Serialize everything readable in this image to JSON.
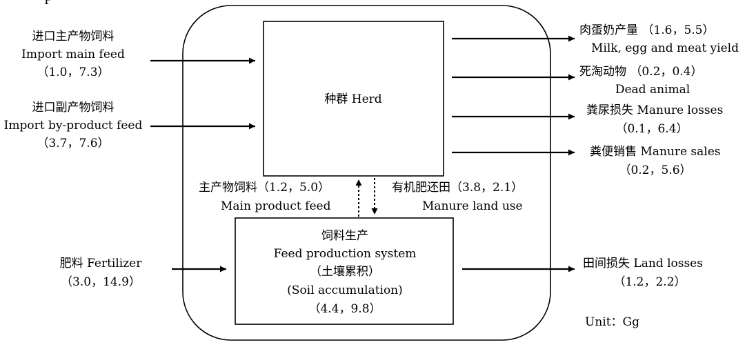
{
  "corner_letter": "P",
  "herd": {
    "label": "种群 Herd"
  },
  "feed_production": {
    "title_cn": "饲料生产",
    "title_en": "Feed production system",
    "soil_cn": "（土壤累积）",
    "soil_en": "(Soil accumulation)",
    "values": "（4.4，9.8）"
  },
  "inputs": {
    "import_main_feed": {
      "cn": "进口主产物饲料",
      "en": "Import main feed",
      "values": "（1.0，7.3）"
    },
    "import_byproduct_feed": {
      "cn": "进口副产物饲料",
      "en": "Import by-product feed",
      "values": "（3.7，7.6）"
    },
    "fertilizer": {
      "label": "肥料 Fertilizer",
      "values": "（3.0，14.9）"
    }
  },
  "outputs": {
    "yield": {
      "cn": "肉蛋奶产量 （1.6，5.5）",
      "en": "Milk, egg and meat yield"
    },
    "dead_animal": {
      "cn": "死淘动物 （0.2，0.4）",
      "en": "Dead animal"
    },
    "manure_losses": {
      "label": "粪尿损失 Manure losses",
      "values": "（0.1，6.4）"
    },
    "manure_sales": {
      "label": "粪便销售 Manure sales",
      "values": "（0.2，5.6）"
    },
    "land_losses": {
      "label": "田间损失 Land losses",
      "values": "（1.2，2.2）"
    }
  },
  "internal_flows": {
    "main_product_feed": {
      "cn": "主产物饲料（1.2，5.0）",
      "en": "Main product feed"
    },
    "manure_land_use": {
      "cn": "有机肥还田（3.8，2.1）",
      "en": "Manure land use"
    }
  },
  "unit": "Unit：Gg"
}
